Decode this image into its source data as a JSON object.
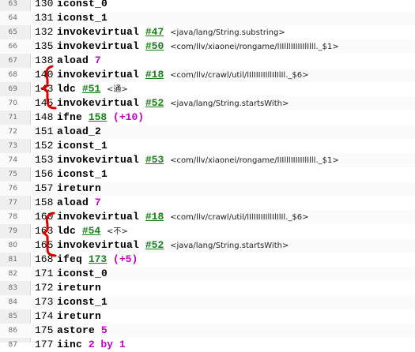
{
  "lines": [
    {
      "ln": "63",
      "off": "130",
      "op": "iconst_0"
    },
    {
      "ln": "64",
      "off": "131",
      "op": "iconst_1"
    },
    {
      "ln": "65",
      "off": "132",
      "op": "invokevirtual",
      "ref": "#47",
      "comment": "<java/lang/String.substring>"
    },
    {
      "ln": "66",
      "off": "135",
      "op": "invokevirtual",
      "ref": "#50",
      "comment": "<com/llv/xiaonei/rongame/lIIlllIIIIIIlIlll._$1>"
    },
    {
      "ln": "67",
      "off": "138",
      "op": "aload",
      "num": "7"
    },
    {
      "ln": "68",
      "off": "140",
      "op": "invokevirtual",
      "ref": "#18",
      "comment": "<com/llv/crawl/util/lIlIIIIIIllIlIlIl._$6>"
    },
    {
      "ln": "69",
      "off": "143",
      "op": "ldc",
      "ref": "#51",
      "comment": "<通>"
    },
    {
      "ln": "70",
      "off": "145",
      "op": "invokevirtual",
      "ref": "#52",
      "comment": "<java/lang/String.startsWith>"
    },
    {
      "ln": "71",
      "off": "148",
      "op": "ifne",
      "ref": "158",
      "jump": "(+10)"
    },
    {
      "ln": "72",
      "off": "151",
      "op": "aload_2"
    },
    {
      "ln": "73",
      "off": "152",
      "op": "iconst_1"
    },
    {
      "ln": "74",
      "off": "153",
      "op": "invokevirtual",
      "ref": "#53",
      "comment": "<com/llv/xiaonei/rongame/lIIlllIIIIIIlIlll._$1>"
    },
    {
      "ln": "75",
      "off": "156",
      "op": "iconst_1"
    },
    {
      "ln": "76",
      "off": "157",
      "op": "ireturn"
    },
    {
      "ln": "77",
      "off": "158",
      "op": "aload",
      "num": "7"
    },
    {
      "ln": "78",
      "off": "160",
      "op": "invokevirtual",
      "ref": "#18",
      "comment": "<com/llv/crawl/util/lIlIIIIIIllIlIlIl._$6>"
    },
    {
      "ln": "79",
      "off": "163",
      "op": "ldc",
      "ref": "#54",
      "comment": "<不>"
    },
    {
      "ln": "80",
      "off": "165",
      "op": "invokevirtual",
      "ref": "#52",
      "comment": "<java/lang/String.startsWith>"
    },
    {
      "ln": "81",
      "off": "168",
      "op": "ifeq",
      "ref": "173",
      "jump": "(+5)"
    },
    {
      "ln": "82",
      "off": "171",
      "op": "iconst_0"
    },
    {
      "ln": "83",
      "off": "172",
      "op": "ireturn"
    },
    {
      "ln": "84",
      "off": "173",
      "op": "iconst_1"
    },
    {
      "ln": "85",
      "off": "174",
      "op": "ireturn"
    },
    {
      "ln": "86",
      "off": "175",
      "op": "astore",
      "num": "5"
    },
    {
      "ln": "87",
      "off": "177",
      "op": "iinc",
      "num": "2 by 1"
    }
  ],
  "annotation_color": "#d40000"
}
